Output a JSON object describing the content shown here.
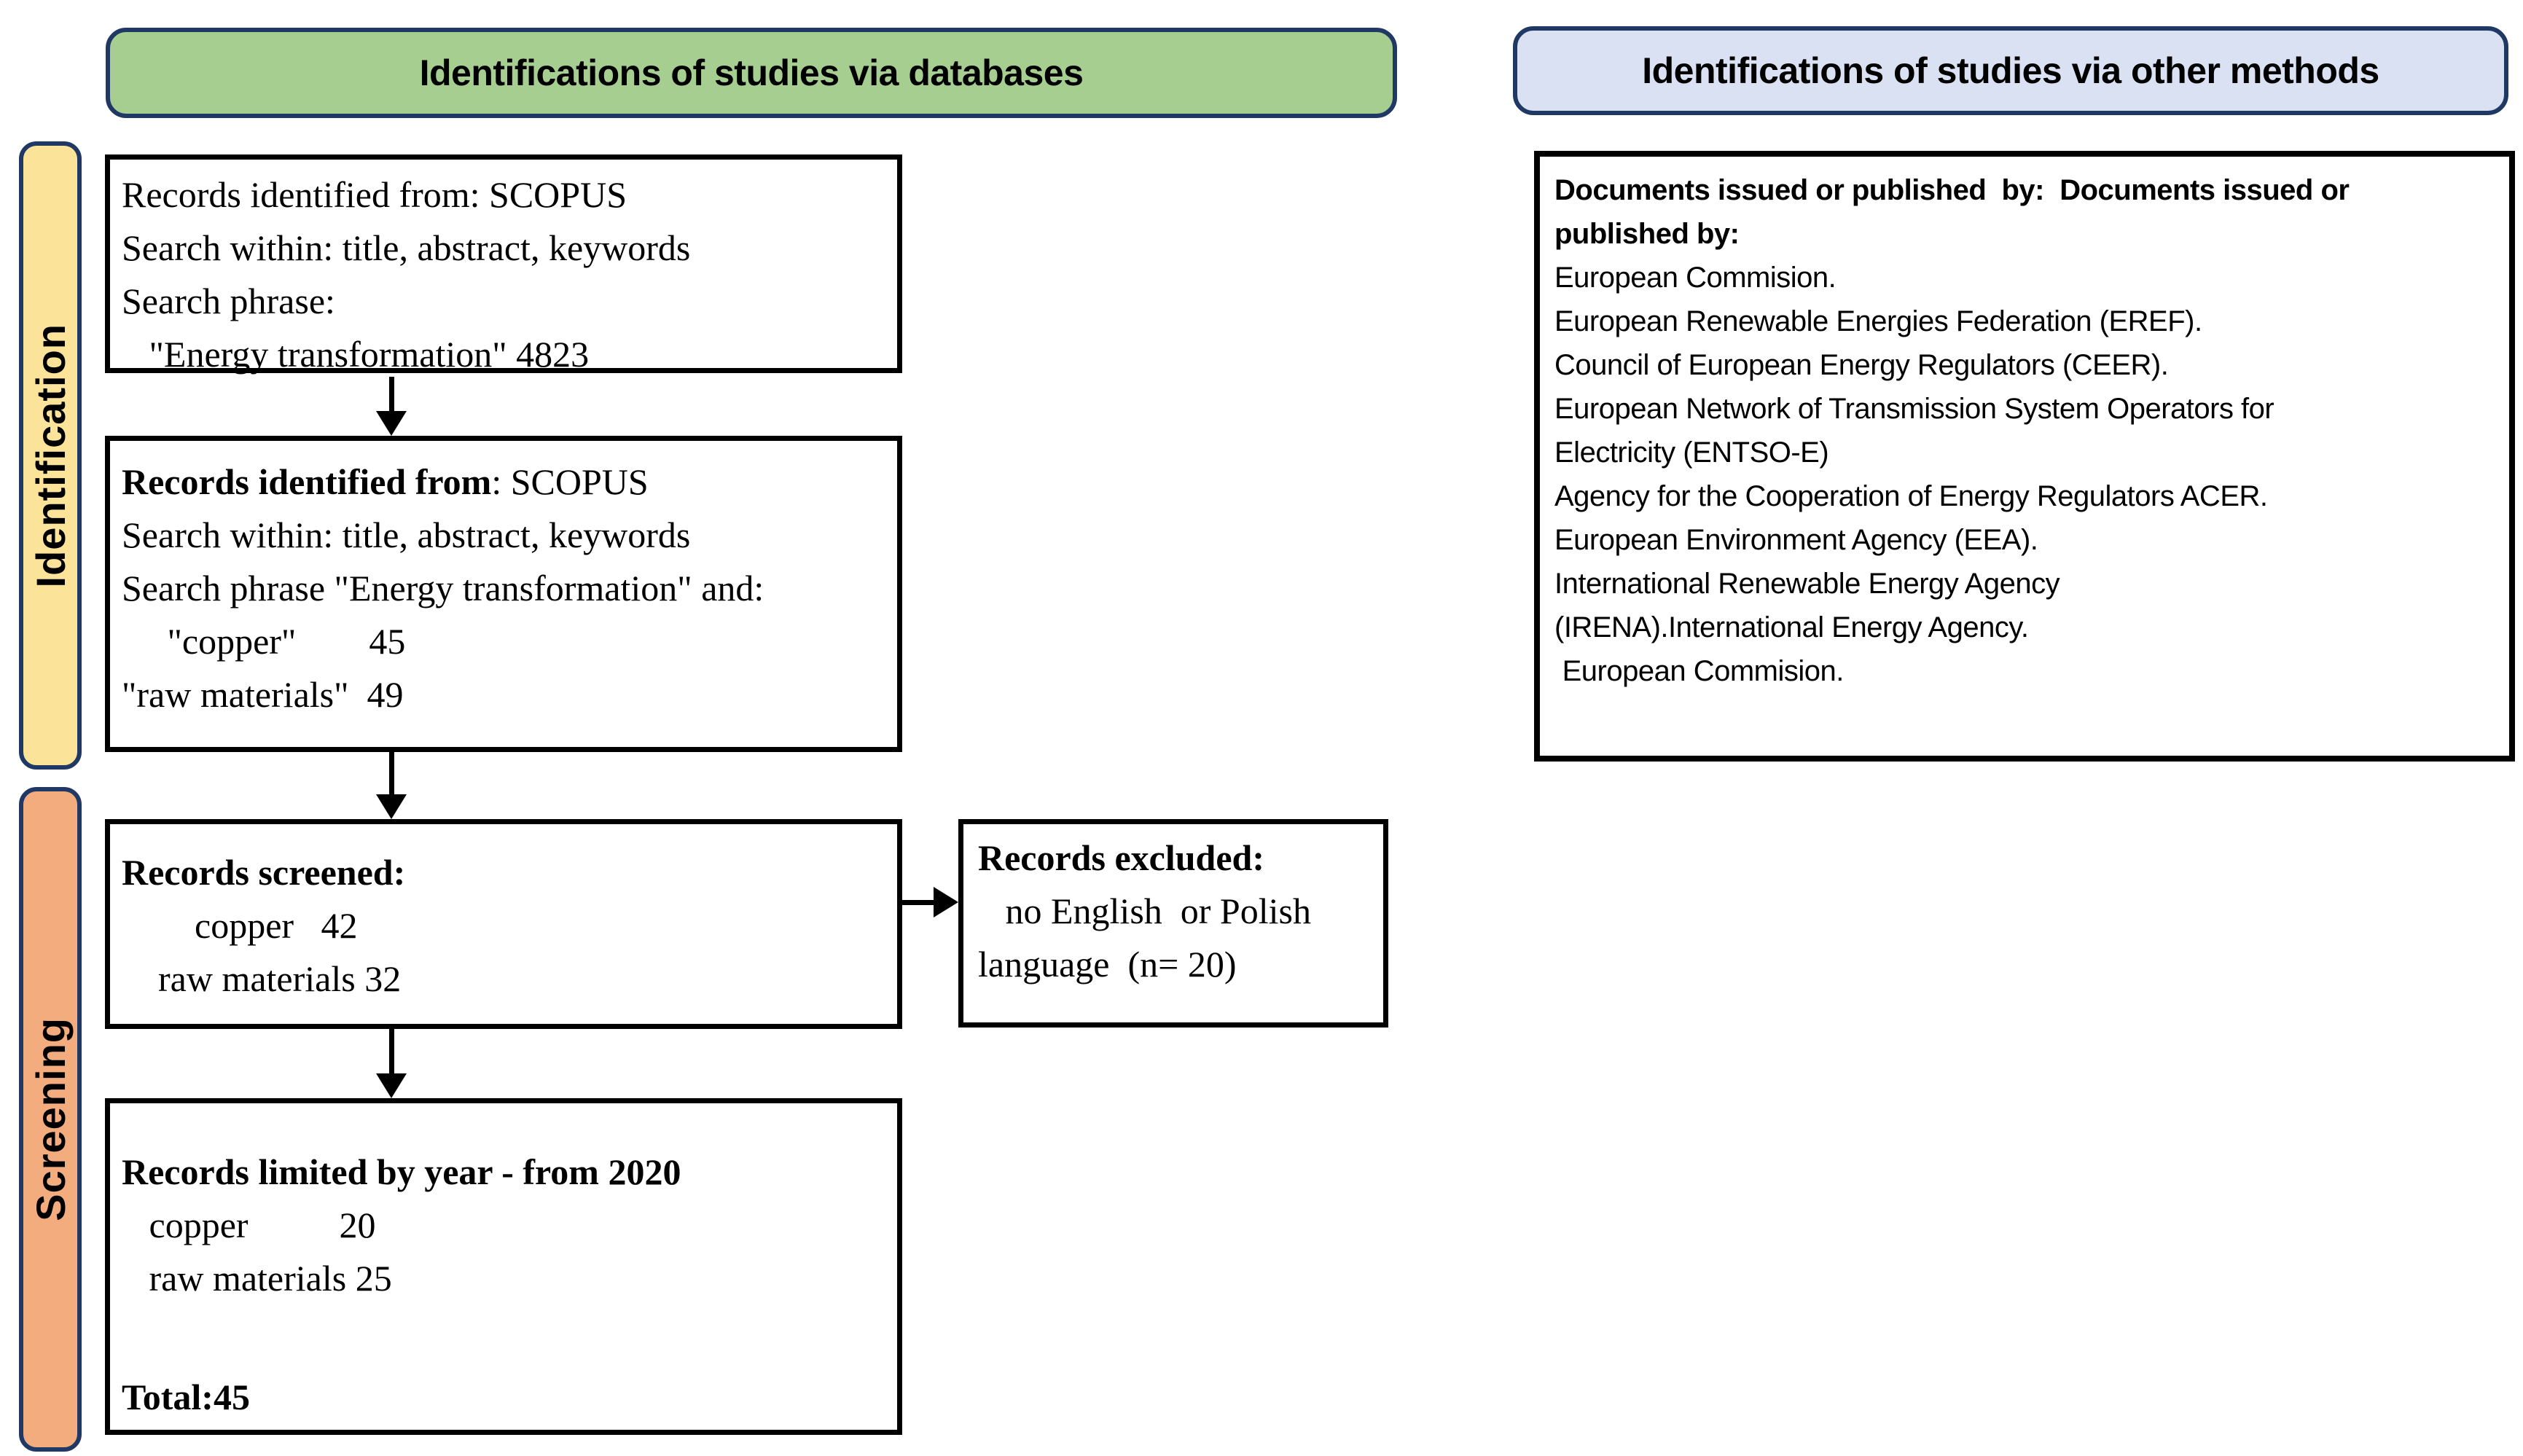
{
  "headers": {
    "databases": "Identifications of studies via databases",
    "other_methods": "Identifications of studies via other methods"
  },
  "sidebar": {
    "identification": "Identification",
    "screening": "Screening"
  },
  "flow": {
    "box1": {
      "line1": "Records identified from: SCOPUS",
      "line2": "Search within: title, abstract, keywords",
      "line3": "Search phrase:",
      "line4": "   \"Energy transformation\" 4823"
    },
    "box2": {
      "line1_bold": "Records identified from",
      "line1_rest": ": SCOPUS",
      "line2": "Search within: title, abstract, keywords",
      "line3": "Search phrase \"Energy transformation\" and:",
      "line4": "     \"copper\"        45",
      "line5": "\"raw materials\"  49"
    },
    "box3": {
      "title": "Records screened:",
      "line2": "        copper   42",
      "line3": "    raw materials 32"
    },
    "excluded": {
      "title": "Records excluded:",
      "line2": "   no English  or Polish",
      "line3": "language  (n= 20)"
    },
    "box4": {
      "title": "Records limited by year - from 2020",
      "line2": "   copper          20",
      "line3": "   raw materials 25",
      "total": "Total:45"
    }
  },
  "other_methods_box": {
    "title_line1": "Documents issued or published  by:  Documents issued or",
    "title_line2": "published by:",
    "lines": [
      "European Commision.",
      "European Renewable Energies Federation (EREF).",
      "Council of European Energy Regulators (CEER).",
      "European Network of Transmission System Operators for",
      "Electricity (ENTSO-E)",
      "Agency for the Cooperation of Energy Regulators ACER.",
      "European Environment Agency (EEA).",
      "International Renewable Energy Agency",
      "(IRENA).International Energy Agency.",
      " European Commision."
    ]
  },
  "colors": {
    "databases_header_bg": "#A6CE91",
    "other_methods_header_bg": "#D9E1F2",
    "identification_bg": "#FBE399",
    "screening_bg": "#F3AC7E",
    "banner_border": "#1F3864",
    "box_border": "#000000"
  }
}
